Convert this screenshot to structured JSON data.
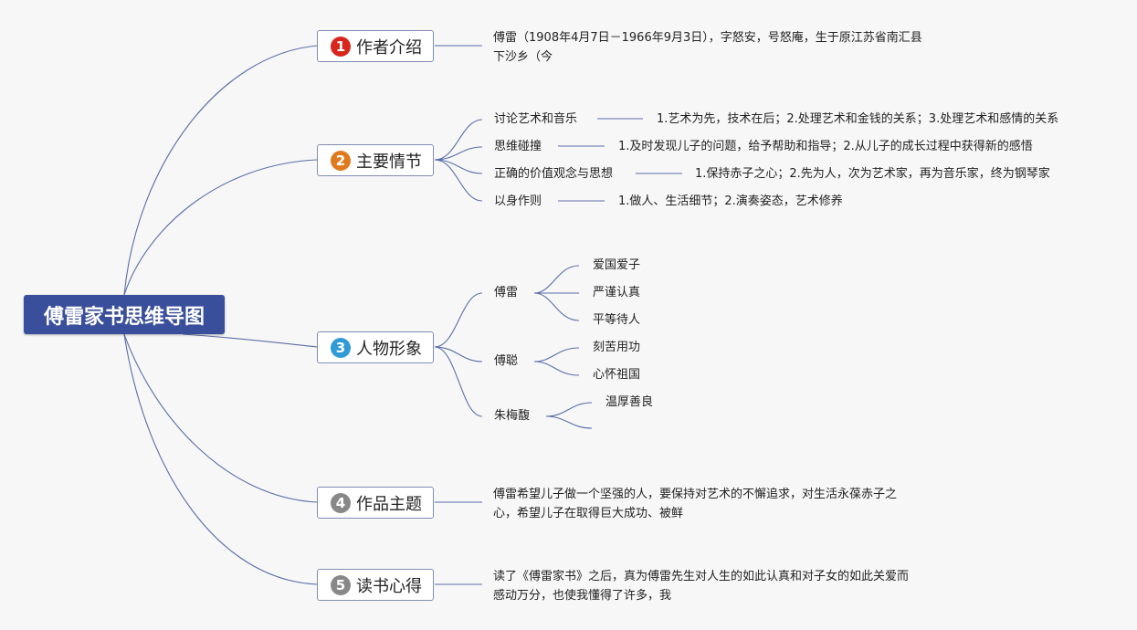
{
  "root": {
    "title": "傅雷家书思维导图"
  },
  "branches": [
    {
      "num": "1",
      "title": "作者介绍",
      "color": "#d9261c"
    },
    {
      "num": "2",
      "title": "主要情节",
      "color": "#e07a1f"
    },
    {
      "num": "3",
      "title": "人物形象",
      "color": "#2f9ad6"
    },
    {
      "num": "4",
      "title": "作品主题",
      "color": "#888888"
    },
    {
      "num": "5",
      "title": "读书心得",
      "color": "#888888"
    }
  ],
  "author_intro": {
    "line1": "傅雷（1908年4月7日－1966年9月3日），字怒安，号怒庵，生于原江苏省南汇县",
    "line2": "下沙乡（今"
  },
  "plot": [
    {
      "topic": "讨论艺术和音乐",
      "detail": "1.艺术为先，技术在后；2.处理艺术和金钱的关系；3.处理艺术和感情的关系"
    },
    {
      "topic": "思维碰撞",
      "detail": "1.及时发现儿子的问题，给予帮助和指导；2.从儿子的成长过程中获得新的感悟"
    },
    {
      "topic": "正确的价值观念与思想",
      "detail": "1.保持赤子之心；2.先为人，次为艺术家，再为音乐家，终为钢琴家"
    },
    {
      "topic": "以身作则",
      "detail": "1.做人、生活细节；2.演奏姿态，艺术修养"
    }
  ],
  "characters": [
    {
      "name": "傅雷",
      "traits": [
        "爱国爱子",
        "严谨认真",
        "平等待人"
      ]
    },
    {
      "name": "傅聪",
      "traits": [
        "刻苦用功",
        "心怀祖国"
      ]
    },
    {
      "name": "朱梅馥",
      "traits": [
        "温厚善良"
      ]
    }
  ],
  "theme": {
    "line1": "傅雷希望儿子做一个坚强的人，要保持对艺术的不懈追求，对生活永葆赤子之",
    "line2": "心，希望儿子在取得巨大成功、被鲜"
  },
  "reflection": {
    "line1": "读了《傅雷家书》之后，真为傅雷先生对人生的如此认真和对子女的如此关爱而",
    "line2": "感动万分，也使我懂得了许多，我"
  }
}
